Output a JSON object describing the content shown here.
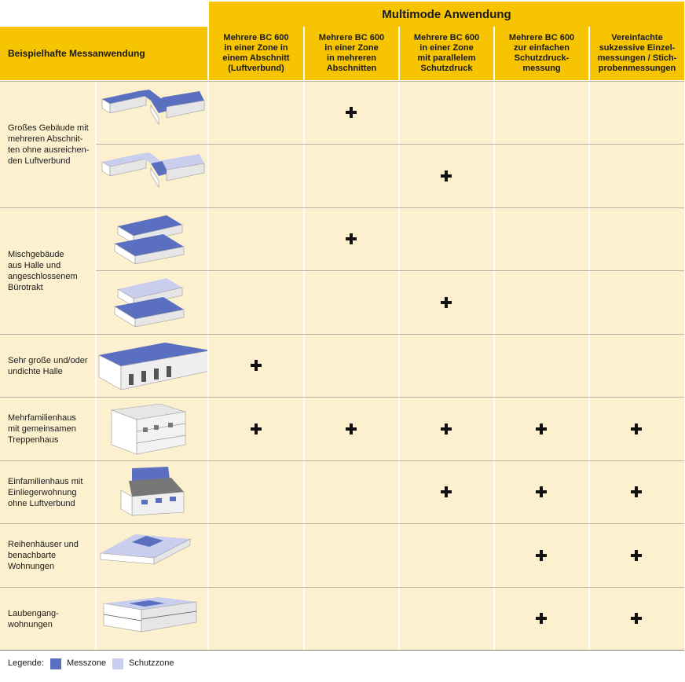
{
  "header": {
    "group_title": "Multimode Anwendung",
    "row_label_header": "Beispielhafte Messanwendung",
    "columns": [
      [
        "Mehrere BC 600",
        "in einer Zone in",
        "einem Abschnitt",
        "(Luftverbund)"
      ],
      [
        "Mehrere BC 600",
        "in einer Zone",
        "in mehreren",
        "Abschnitten"
      ],
      [
        "Mehrere BC 600",
        "in einer Zone",
        "mit parallelem",
        "Schutzdruck"
      ],
      [
        "Mehrere BC 600",
        "zur einfachen",
        "Schutzdruck-",
        "messung"
      ],
      [
        "Vereinfachte",
        "sukzessive Einzel-",
        "messungen / Stich-",
        "probenmessungen"
      ]
    ]
  },
  "rows": [
    {
      "label": [
        "Großes Gebäude mit",
        "mehreren Abschnit-",
        "ten ohne ausreichen-",
        "den Luftverbund"
      ],
      "image": "l-shaped-building-illustration"
    },
    {
      "label": [
        "Mischgebäude",
        "aus Halle und",
        "angeschlossenem",
        "Bürotrakt"
      ],
      "image": "hall-office-building-illustration"
    },
    {
      "label": [
        "Sehr große und/oder",
        "undichte Halle"
      ],
      "image": "large-hall-illustration"
    },
    {
      "label": [
        "Mehrfamilienhaus",
        "mit gemeinsamen",
        "Treppenhaus"
      ],
      "image": "apartment-building-illustration"
    },
    {
      "label": [
        "Einfamilienhaus mit",
        "Einliegerwohnung",
        "ohne Luftverbund"
      ],
      "image": "single-family-house-illustration"
    },
    {
      "label": [
        "Reihenhäuser und",
        "benachbarte",
        "Wohnungen"
      ],
      "image": "row-houses-illustration"
    },
    {
      "label": [
        "Laubengang-",
        "wohnungen"
      ],
      "image": "gallery-apartments-illustration"
    }
  ],
  "marks": [
    {
      "subrow": 0,
      "column": 1
    },
    {
      "subrow": 1,
      "column": 2
    },
    {
      "subrow": 2,
      "column": 1
    },
    {
      "subrow": 3,
      "column": 2
    },
    {
      "subrow": 4,
      "column": 0
    },
    {
      "subrow": 5,
      "column": 0
    },
    {
      "subrow": 5,
      "column": 1
    },
    {
      "subrow": 5,
      "column": 2
    },
    {
      "subrow": 5,
      "column": 3
    },
    {
      "subrow": 5,
      "column": 4
    },
    {
      "subrow": 6,
      "column": 2
    },
    {
      "subrow": 6,
      "column": 3
    },
    {
      "subrow": 6,
      "column": 4
    },
    {
      "subrow": 7,
      "column": 3
    },
    {
      "subrow": 7,
      "column": 4
    },
    {
      "subrow": 8,
      "column": 3
    },
    {
      "subrow": 8,
      "column": 4
    }
  ],
  "legend": {
    "title": "Legende:",
    "items": [
      {
        "label": "Messzone",
        "color": "#5b6fc1"
      },
      {
        "label": "Schutzzone",
        "color": "#c9cdee"
      }
    ]
  },
  "colors": {
    "header": "#f6c400",
    "body": "#fdf0cf",
    "measure_zone": "#5b6fc1",
    "protect_zone": "#c9cdee"
  }
}
